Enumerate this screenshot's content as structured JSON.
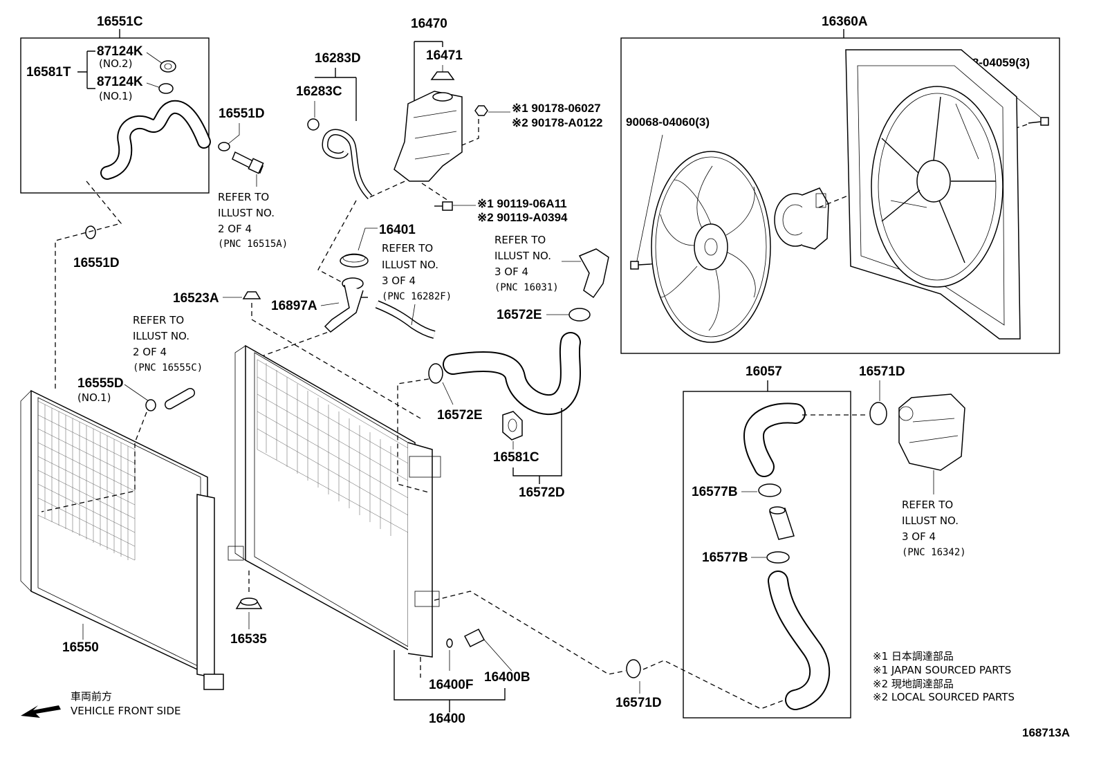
{
  "labels": {
    "p16551C": "16551C",
    "p87124K_a": "87124K",
    "no2": "(NO.2)",
    "p16581T": "16581T",
    "p87124K_b": "87124K",
    "no1_a": "(NO.1)",
    "p16551D_a": "16551D",
    "p16551D_b": "16551D",
    "p16283D": "16283D",
    "p16283C": "16283C",
    "p16470": "16470",
    "p16471": "16471",
    "x1_a": "※1 90178-06027",
    "x2_a": "※2 90178-A0122",
    "x1_b": "※1 90119-06A11",
    "x2_b": "※2 90119-A0394",
    "p16401": "16401",
    "p16897A": "16897A",
    "p16523A": "16523A",
    "p16360A": "16360A",
    "p90068_04059": "90068-04059(3)",
    "p90068_04060": "90068-04060(3)",
    "p16572E_a": "16572E",
    "p16572E_b": "16572E",
    "p16581C": "16581C",
    "p16572D": "16572D",
    "p16555D": "16555D",
    "no1_b": "(NO.1)",
    "p16550": "16550",
    "p16535": "16535",
    "p16400F": "16400F",
    "p16400B": "16400B",
    "p16400": "16400",
    "p16057": "16057",
    "p16571D_a": "16571D",
    "p16571D_b": "16571D",
    "p16577B_a": "16577B",
    "p16577B_b": "16577B",
    "diagram_code": "168713A"
  },
  "refs": {
    "r1": {
      "l1": "REFER TO",
      "l2": "ILLUST NO.",
      "l3": "2 OF 4",
      "pnc": "(PNC 16515A)"
    },
    "r2": {
      "l1": "REFER TO",
      "l2": "ILLUST NO.",
      "l3": "3 OF 4",
      "pnc": "(PNC 16282F)"
    },
    "r3": {
      "l1": "REFER TO",
      "l2": "ILLUST NO.",
      "l3": "3 OF 4",
      "pnc": "(PNC 16031)"
    },
    "r4": {
      "l1": "REFER TO",
      "l2": "ILLUST NO.",
      "l3": "2 OF 4",
      "pnc": "(PNC 16555C)"
    },
    "r5": {
      "l1": "REFER TO",
      "l2": "ILLUST NO.",
      "l3": "3 OF 4",
      "pnc": "(PNC 16342)"
    }
  },
  "legend": {
    "l1": "※1  日本調達部品",
    "l2": "※1  JAPAN SOURCED PARTS",
    "l3": "※2  現地調達部品",
    "l4": "※2  LOCAL SOURCED PARTS"
  },
  "front": {
    "jp": "車両前方",
    "en": "VEHICLE FRONT SIDE"
  }
}
